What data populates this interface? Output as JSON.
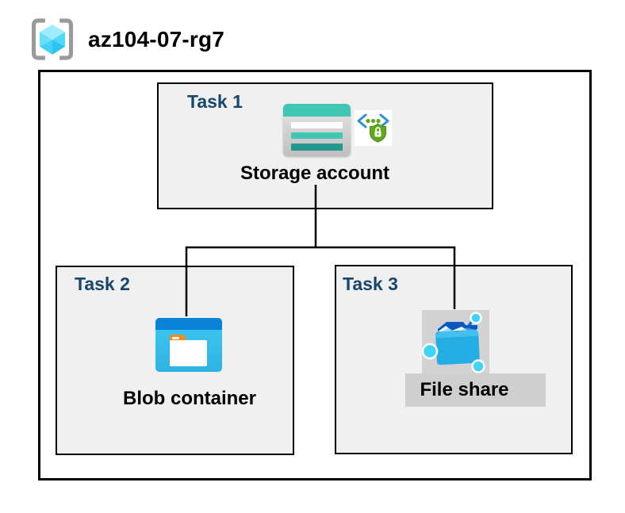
{
  "header": {
    "resource_group_name": "az104-07-rg7",
    "resource_group_icon": "resource-group-icon"
  },
  "tasks": [
    {
      "label": "Task 1",
      "item": "Storage account",
      "icons": [
        "storage-account-icon",
        "secure-access-icon"
      ]
    },
    {
      "label": "Task 2",
      "item": "Blob container",
      "icons": [
        "blob-container-icon"
      ]
    },
    {
      "label": "Task 3",
      "item": "File share",
      "icons": [
        "file-share-icon"
      ]
    }
  ],
  "connections": [
    {
      "from": "Storage account",
      "to": "Blob container"
    },
    {
      "from": "Storage account",
      "to": "File share"
    }
  ],
  "colors": {
    "task_label_navy": "#17466F",
    "task_box_fill": "#F0F0F0",
    "box_border": "#000000",
    "storage_teal": "#41C6B4",
    "storage_teal_dark": "#27968C",
    "blob_header_blue": "#0883D8",
    "blob_body_cyan": "#36C3EE",
    "folder_tab_orange": "#F28C1E",
    "file_folder_blue": "#1E96D2",
    "file_flap_blue": "#0A58C0",
    "node_dot_cyan": "#41D4FA",
    "icon_bg_gray": "#D2D2D2",
    "label_strip_gray": "#CFCFCF",
    "shield_green": "#5FA81C",
    "bracket_gray": "#9A9A9A",
    "cube_cyan": "#50D8F7"
  }
}
